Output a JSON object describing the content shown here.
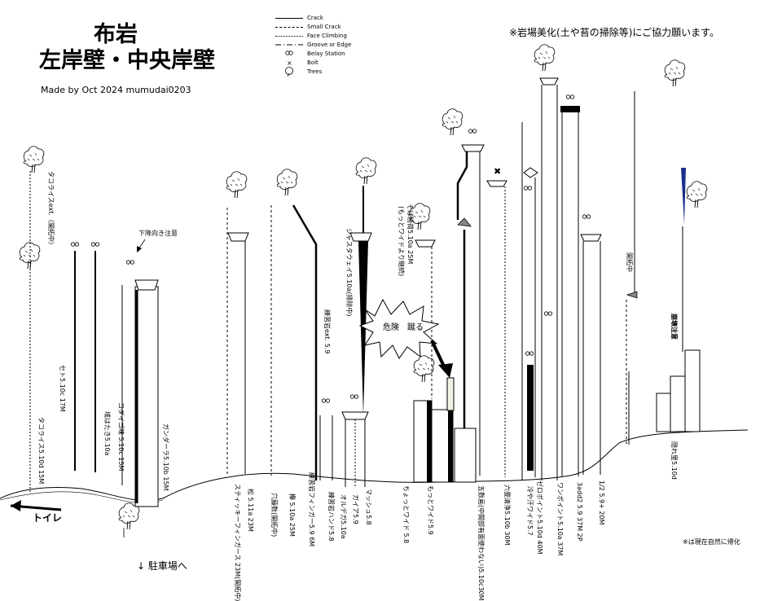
{
  "title": {
    "line1": "布岩",
    "line2": "左岸壁・中央岸壁"
  },
  "credit": "Made by Oct 2024   mumudai0203",
  "notice": "※岩場美化(土や苔の掃除等)にご協力願います。",
  "natural_note": "※は現在自然に帰化",
  "legend": [
    {
      "label": "Crack",
      "style": "solid"
    },
    {
      "label": "Small Crack",
      "style": "dashed"
    },
    {
      "label": "Face Climbing",
      "style": "dotted"
    },
    {
      "label": "Groove or Edge",
      "style": "dashdot"
    },
    {
      "label": "Belay Station",
      "style": "belay"
    },
    {
      "label": "Bolt",
      "style": "bolt"
    },
    {
      "label": "Trees",
      "style": "tree"
    }
  ],
  "directions": {
    "toilet": "トイレ",
    "parking": "↓ 駐車場へ"
  },
  "annotations": {
    "descent": "下降向き注意",
    "danger": "危険　蹴る",
    "sobabari": "そば粉荷5.10a 25M",
    "sobabari_note": "(もっとワイドより継続)",
    "fallrock": "崩壊注意",
    "kaitaku1": "開拓中"
  },
  "routes": [
    {
      "name": "タコライスext.（開拓中）"
    },
    {
      "name": "セト5.10c 17M"
    },
    {
      "name": "タコライス5.10d 15M"
    },
    {
      "name": "コダイゴ味 5.10c 15M"
    },
    {
      "name": "域はたき5.10a"
    },
    {
      "name": "ガンダーラ5.10b 15M"
    },
    {
      "name": "スティッキーフィンガース 23M(開拓中)"
    },
    {
      "name": "松 5.11a 23M"
    },
    {
      "name": "穴藤数(開拓中)"
    },
    {
      "name": "欅 5.10a 25M"
    },
    {
      "name": "練習岩ext. 5.9"
    },
    {
      "name": "練習岩フィンガー5.9 6M"
    },
    {
      "name": "練習岩ハンド5.8"
    },
    {
      "name": "ジャスタウェイ5.10a(掃除中)"
    },
    {
      "name": "ガイア5.9"
    },
    {
      "name": "オルデガ5.10a"
    },
    {
      "name": "マッシュ5.8"
    },
    {
      "name": "ちょっとワイド 5.8"
    },
    {
      "name": "もっとワイド5.9"
    },
    {
      "name": "五数画(中間部有面使わない)5.10c30M"
    },
    {
      "name": "六畳清浄5.10b 30M"
    },
    {
      "name": "冷や汗ワイド5.7"
    },
    {
      "name": "ゼロポイント5.10d 40M"
    },
    {
      "name": "ワンポイント5.10a 37M"
    },
    {
      "name": "3add2 5.9 37M 2P"
    },
    {
      "name": "1/2 5.9+ 20M"
    },
    {
      "name": "開拓中"
    },
    {
      "name": "隠れ里5.10d"
    }
  ]
}
